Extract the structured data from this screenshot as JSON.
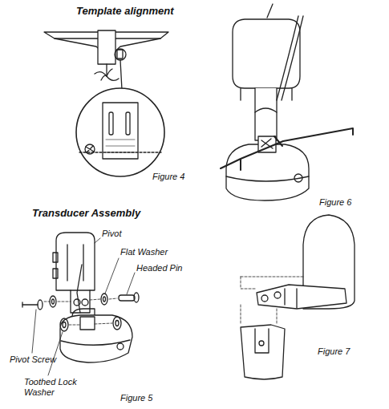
{
  "diagram": {
    "labels": [
      "Template alignment",
      "Figure 4",
      "Figure 6",
      "Transducer Assembly",
      "Pivot",
      "Flat Washer",
      "Headed Pin",
      "Pivot Screw",
      "Toothed Lock Washer",
      "Figure 5",
      "Figure 7"
    ]
  }
}
